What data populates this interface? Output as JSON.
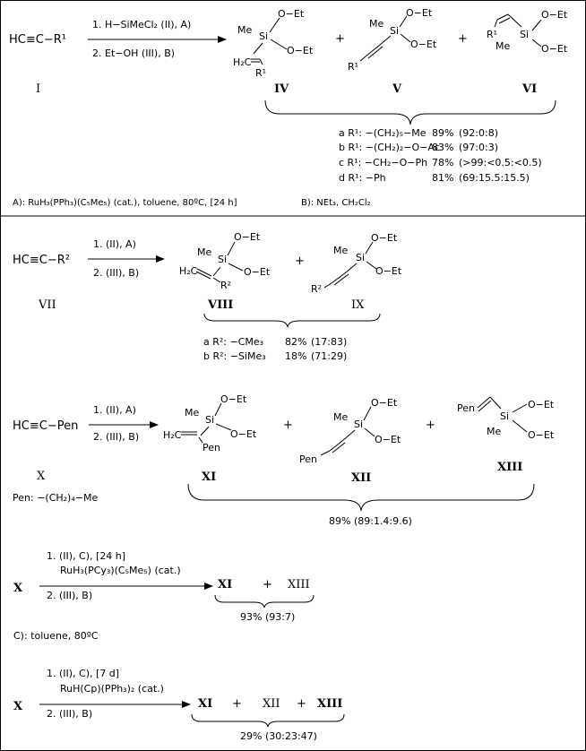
{
  "s1": {
    "reactant": "HC≡C−R¹",
    "reactant_label": "I",
    "step1": "1. H−SiMeCl₂  (II), A)",
    "step2": "2. Et−OH (III), B)",
    "plus": "+",
    "products": [
      {
        "label": "IV",
        "me": "Me",
        "si": "Si",
        "oet1": "O−Et",
        "oet2": "O−Et",
        "h2c": "H₂C",
        "r": "R¹"
      },
      {
        "label": "V",
        "me": "Me",
        "si": "Si",
        "oet1": "O−Et",
        "oet2": "O−Et",
        "r": "R¹"
      },
      {
        "label": "VI",
        "me": "Me",
        "si": "Si",
        "oet1": "O−Et",
        "oet2": "O−Et",
        "r": "R¹"
      }
    ],
    "rows": [
      {
        "label": "a R¹: −(CH₂)₅−Me",
        "yield": "89%",
        "ratio": "(92:0:8)"
      },
      {
        "label": "b R¹: −(CH₂)₂−O−Ac",
        "yield": "83%",
        "ratio": "(97:0:3)"
      },
      {
        "label": "c R¹: −CH₂−O−Ph",
        "yield": "78%",
        "ratio": "(>99:<0.5:<0.5)"
      },
      {
        "label": "d R¹: −Ph",
        "yield": "81%",
        "ratio": "(69:15.5:15.5)"
      }
    ],
    "condA": "A): RuH₃(PPh₃)(C₅Me₅) (cat.), toluene, 80ºC, [24 h]",
    "condB": "B): NEt₃, CH₂Cl₂"
  },
  "s2": {
    "reactant": "HC≡C−R²",
    "reactant_label": "VII",
    "step1": "1. (II), A)",
    "step2": "2. (III), B)",
    "plus": "+",
    "products": [
      {
        "label": "VIII",
        "me": "Me",
        "si": "Si",
        "oet1": "O−Et",
        "oet2": "O−Et",
        "h2c": "H₂C",
        "r": "R²"
      },
      {
        "label": "IX",
        "me": "Me",
        "si": "Si",
        "oet1": "O−Et",
        "oet2": "O−Et",
        "r": "R²"
      }
    ],
    "rows": [
      {
        "label": "a R²: −CMe₃",
        "yield": "82%",
        "ratio": "(17:83)"
      },
      {
        "label": "b R²: −SiMe₃",
        "yield": "18%",
        "ratio": "(71:29)"
      }
    ]
  },
  "s3": {
    "reactant": "HC≡C−Pen",
    "reactant_label": "X",
    "pen_def": "Pen: −(CH₂)₄−Me",
    "step1": "1. (II), A)",
    "step2": "2. (III), B)",
    "plus": "+",
    "products": [
      {
        "label": "XI",
        "me": "Me",
        "si": "Si",
        "oet1": "O−Et",
        "oet2": "O−Et",
        "h2c": "H₂C",
        "r": "Pen"
      },
      {
        "label": "XII",
        "me": "Me",
        "si": "Si",
        "oet1": "O−Et",
        "oet2": "O−Et",
        "r": "Pen"
      },
      {
        "label": "XIII",
        "me": "Me",
        "si": "Si",
        "oet1": "O−Et",
        "oet2": "O−Et",
        "r": "Pen"
      }
    ],
    "result": "89% (89:1.4:9.6)"
  },
  "s4": {
    "reactant": "X",
    "step1a": "1. (II), C), [24 h]",
    "step1b": "RuH₃(PCy₃)(C₅Me₅) (cat.)",
    "step2": "2. (III), B)",
    "p1": "XI",
    "plus": "+",
    "p2": "XIII",
    "result": "93% (93:7)",
    "condC": "C): toluene, 80ºC"
  },
  "s5": {
    "reactant": "X",
    "step1a": "1. (II), C), [7 d]",
    "step1b": "RuH(Cp)(PPh₃)₂ (cat.)",
    "step2": "2. (III), B)",
    "p1": "XI",
    "plus1": "+",
    "p2": "XII",
    "plus2": "+",
    "p3": "XIII",
    "result": "29% (30:23:47)"
  }
}
